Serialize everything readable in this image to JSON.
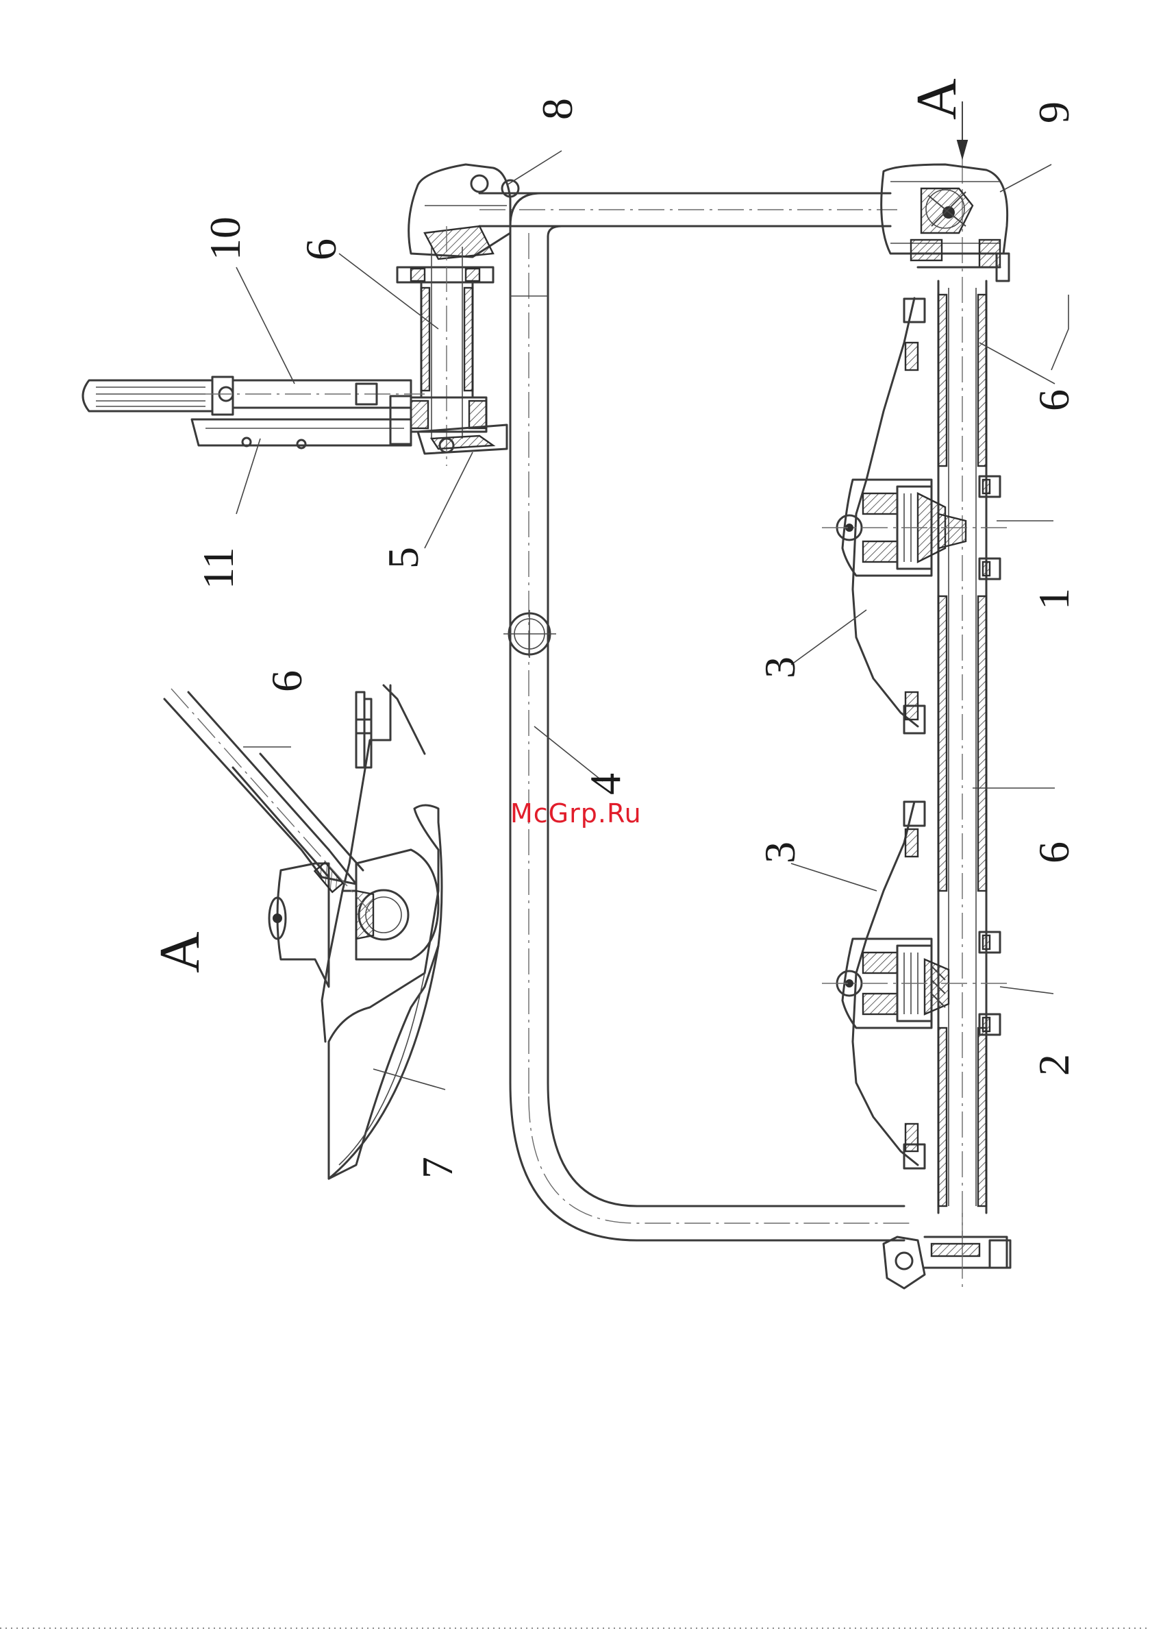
{
  "drawing": {
    "watermark": "McGrp.Ru",
    "view": {
      "detail_letter": "A",
      "section_letter": "A"
    },
    "callouts": [
      {
        "id": "c1",
        "text": "1"
      },
      {
        "id": "c2",
        "text": "2"
      },
      {
        "id": "c3a",
        "text": "3"
      },
      {
        "id": "c3b",
        "text": "3"
      },
      {
        "id": "c4",
        "text": "4"
      },
      {
        "id": "c5",
        "text": "5"
      },
      {
        "id": "c6a",
        "text": "6"
      },
      {
        "id": "c6b",
        "text": "6"
      },
      {
        "id": "c6c",
        "text": "6"
      },
      {
        "id": "c6d",
        "text": "6"
      },
      {
        "id": "c7",
        "text": "7"
      },
      {
        "id": "c8",
        "text": "8"
      },
      {
        "id": "c9",
        "text": "9"
      },
      {
        "id": "c10",
        "text": "10"
      },
      {
        "id": "c11",
        "text": "11"
      }
    ],
    "colors": {
      "line": "#3a3a3a",
      "watermark": "#e11d2b",
      "background": "#ffffff"
    }
  }
}
